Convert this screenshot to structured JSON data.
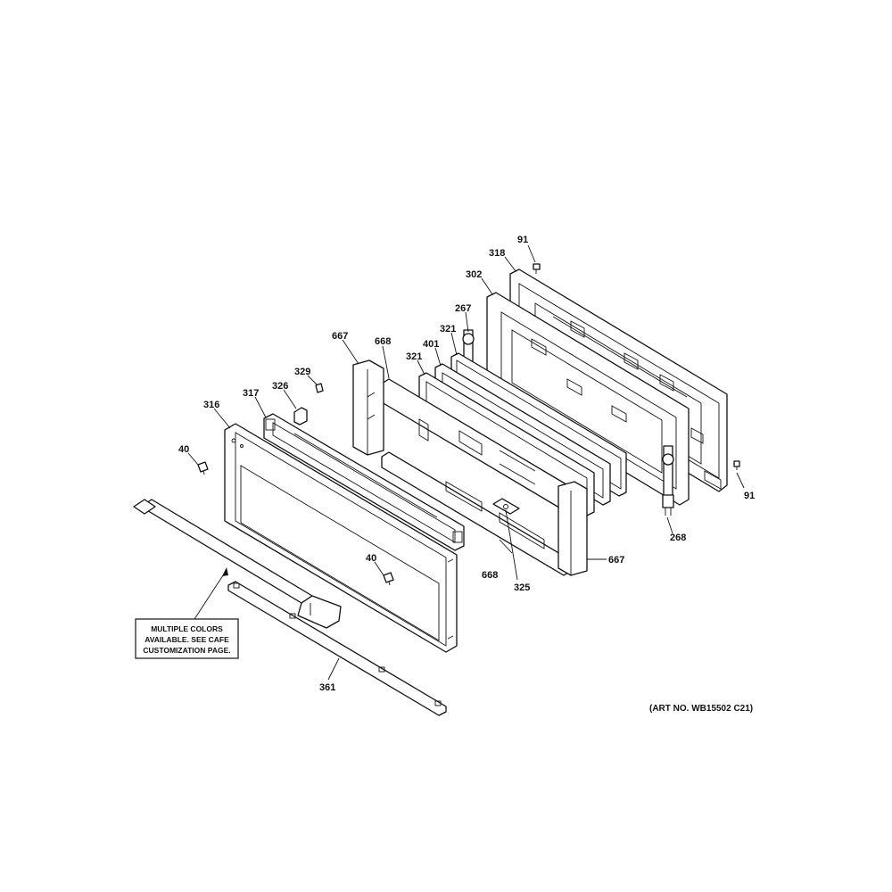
{
  "diagram": {
    "labels": {
      "p91a": "91",
      "p318": "318",
      "p302": "302",
      "p267": "267",
      "p321a": "321",
      "p401": "401",
      "p321b": "321",
      "p667a": "667",
      "p668a": "668",
      "p329": "329",
      "p326": "326",
      "p317": "317",
      "p316": "316",
      "p40a": "40",
      "p91b": "91",
      "p268": "268",
      "p667b": "667",
      "p40b": "40",
      "p668b": "668",
      "p325": "325",
      "p361": "361"
    },
    "note": {
      "line1": "MULTIPLE COLORS",
      "line2": "AVAILABLE. SEE CAFE",
      "line3": "CUSTOMIZATION PAGE."
    },
    "art_number": "(ART NO. WB15502 C21)"
  }
}
